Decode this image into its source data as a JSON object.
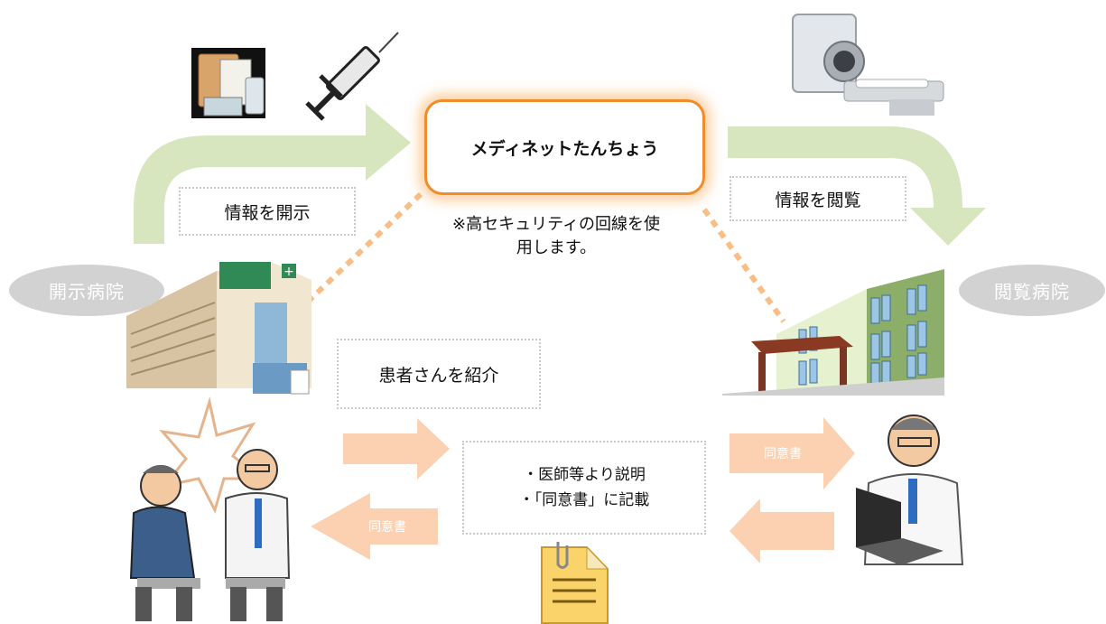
{
  "center": {
    "title": "メディネットたんちょう",
    "note_line1": "※高セキュリティの回線を使",
    "note_line2": "用します。"
  },
  "left_hospital": {
    "label": "開示病院",
    "action": "情報を開示"
  },
  "right_hospital": {
    "label": "閲覧病院",
    "action": "情報を閲覧"
  },
  "referral": {
    "label": "患者さんを紹介"
  },
  "consent": {
    "step1": "・医師等より説明",
    "step2": "・「同意書」に記載",
    "arrow_left_label": "同意書",
    "arrow_right_label": "同意書"
  },
  "icons": {
    "medicine": "medicine-icon",
    "syringe": "syringe-icon",
    "ct_scanner": "ct-scanner-icon",
    "hospital_large": "hospital-building-icon",
    "hospital_small": "clinic-building-icon",
    "patient_doctor": "patient-doctor-consultation-icon",
    "doctor_laptop": "doctor-laptop-icon",
    "document": "document-icon"
  },
  "colors": {
    "green_arrow": "#d7e6bf",
    "orange_arrow": "#fbd1b2",
    "orange_border": "#f08c2a",
    "dotted_connector": "#f9bd86",
    "pill_gray": "#d2d2d2"
  }
}
